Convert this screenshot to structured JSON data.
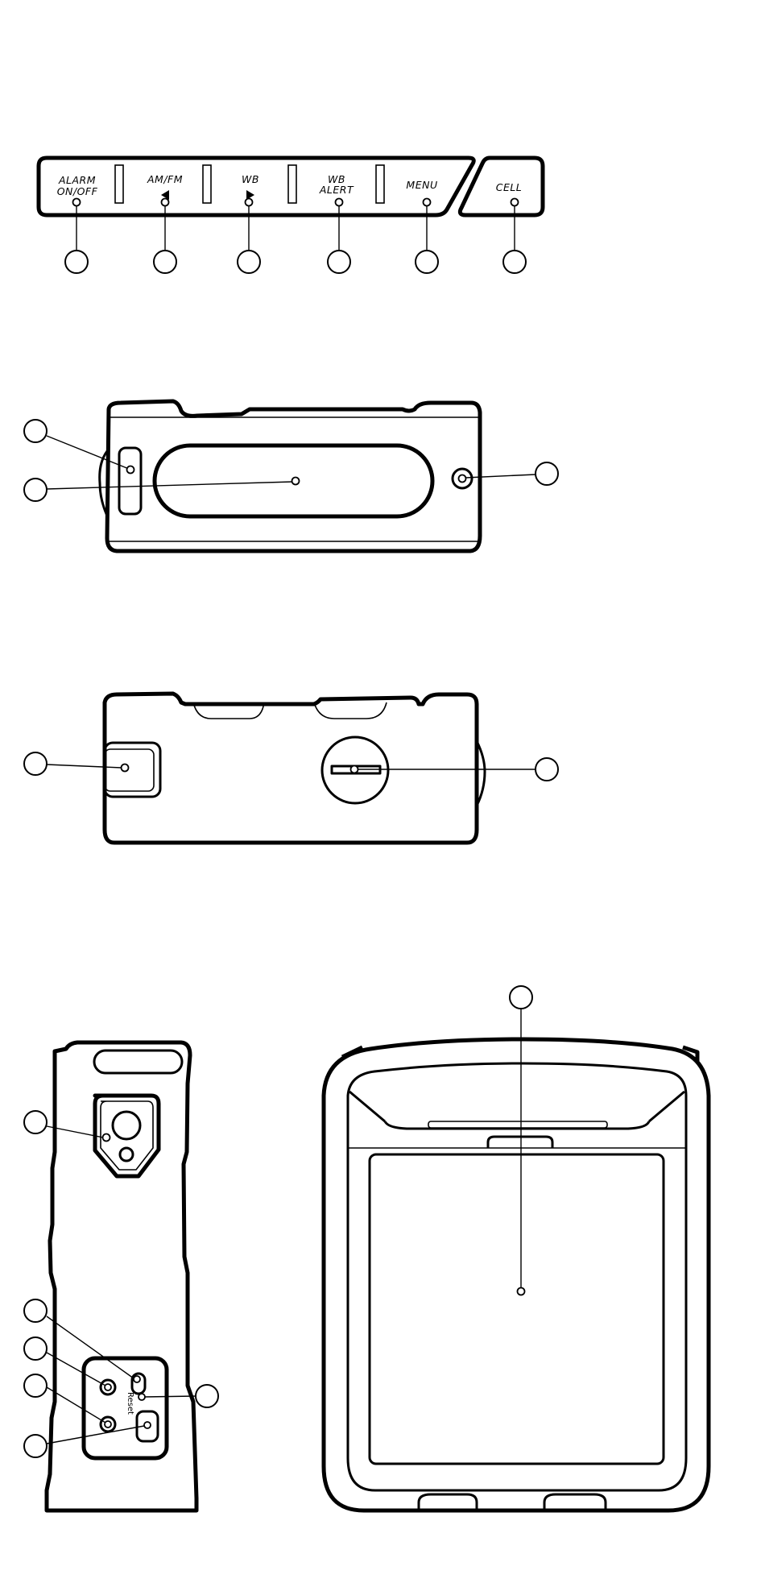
{
  "control_panel": {
    "buttons": [
      {
        "id": "alarm",
        "line1": "ALARM",
        "line2": "ON/OFF",
        "glyph": ""
      },
      {
        "id": "amfm",
        "line1": "AM/FM",
        "line2": "",
        "glyph": "left-triangle-icon"
      },
      {
        "id": "wb",
        "line1": "WB",
        "line2": "",
        "glyph": "right-triangle-icon"
      },
      {
        "id": "wbalert",
        "line1": "WB",
        "line2": "ALERT",
        "glyph": ""
      },
      {
        "id": "menu",
        "line1": "MENU",
        "line2": "",
        "glyph": ""
      }
    ],
    "cell_label": "CELL"
  },
  "side_panel": {
    "reset_label": "Reset"
  },
  "colors": {
    "stroke": "#000000",
    "background": "#ffffff"
  }
}
